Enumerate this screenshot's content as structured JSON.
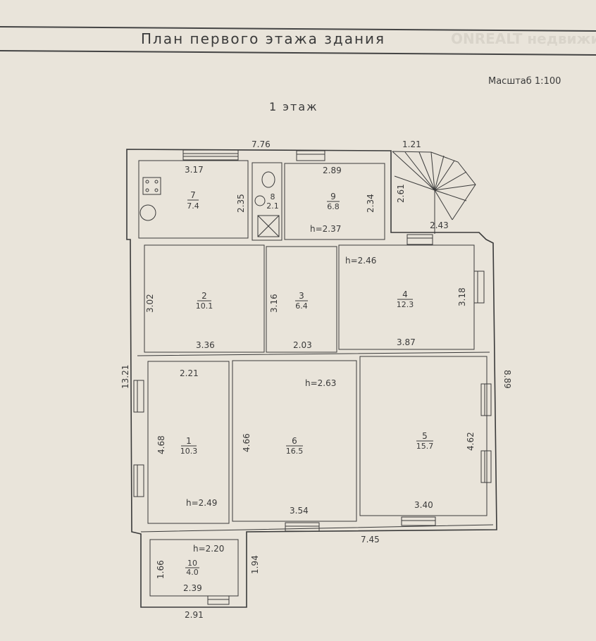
{
  "title": "План первого этажа здания",
  "scale": "Масштаб 1:100",
  "floor": "1 этаж",
  "watermark": "ONREALT недвижимость",
  "overall_dims": {
    "top": "7.76",
    "left": "13.21",
    "right": "8.89",
    "bottom": "7.45",
    "stair_top": "1.21",
    "stair_side": "2.61",
    "stair_bottom": "2.43"
  },
  "rooms": [
    {
      "num": "7",
      "area": "7.4",
      "w": "3.17",
      "h": "2.35"
    },
    {
      "num": "8",
      "area": "2.1"
    },
    {
      "num": "9",
      "area": "6.8",
      "w": "2.89",
      "h": "2.34"
    },
    {
      "num": "2",
      "area": "10.1",
      "w": "3.36",
      "h": "3.02"
    },
    {
      "num": "3",
      "area": "6.4",
      "w": "2.03",
      "h": "3.16"
    },
    {
      "num": "4",
      "area": "12.3",
      "w": "3.87",
      "h": "3.18"
    },
    {
      "num": "1",
      "area": "10.3",
      "w": "2.21",
      "h": "4.68"
    },
    {
      "num": "6",
      "area": "16.5",
      "w": "3.54",
      "h": "4.66"
    },
    {
      "num": "5",
      "area": "15.7",
      "w": "3.40",
      "h": "4.62"
    },
    {
      "num": "10",
      "area": "4.0",
      "w": "2.39",
      "h": "1.66",
      "w_outer": "2.91",
      "h_outer": "1.94"
    }
  ],
  "heights": [
    "h=2.37",
    "h=2.46",
    "h=2.63",
    "h=2.49",
    "h=2.20"
  ]
}
